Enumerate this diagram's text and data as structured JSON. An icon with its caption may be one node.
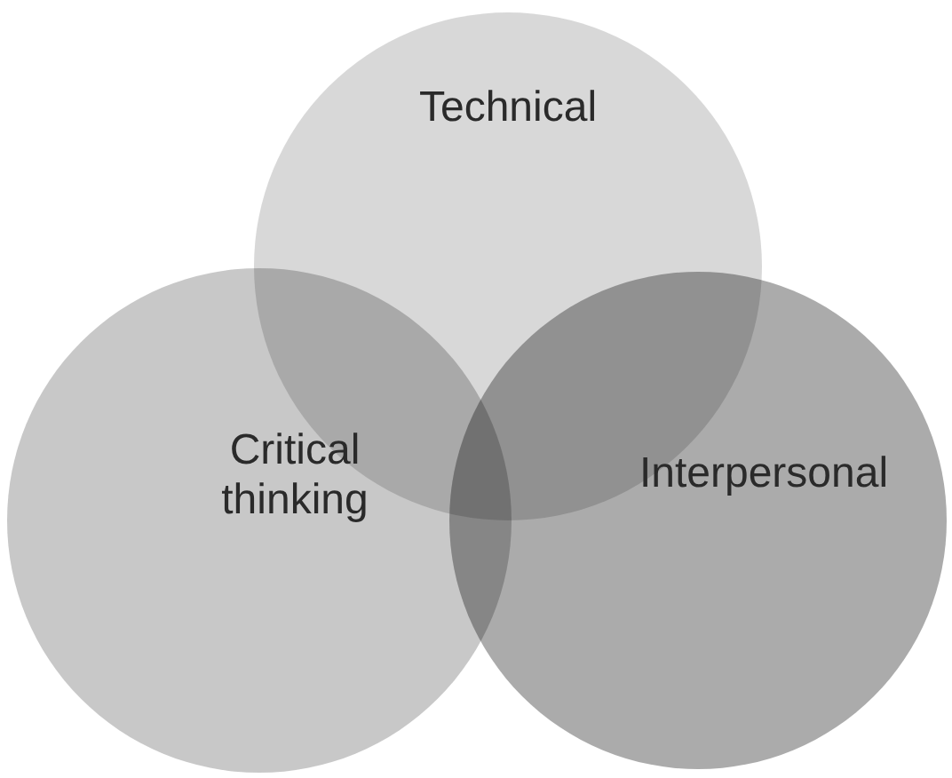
{
  "diagram": {
    "nodes": [
      {
        "text": [
          "Technical"
        ]
      },
      {
        "text": [
          "Critical thinking"
        ]
      },
      {
        "text": [
          "Interpersonal"
        ]
      }
    ]
  }
}
